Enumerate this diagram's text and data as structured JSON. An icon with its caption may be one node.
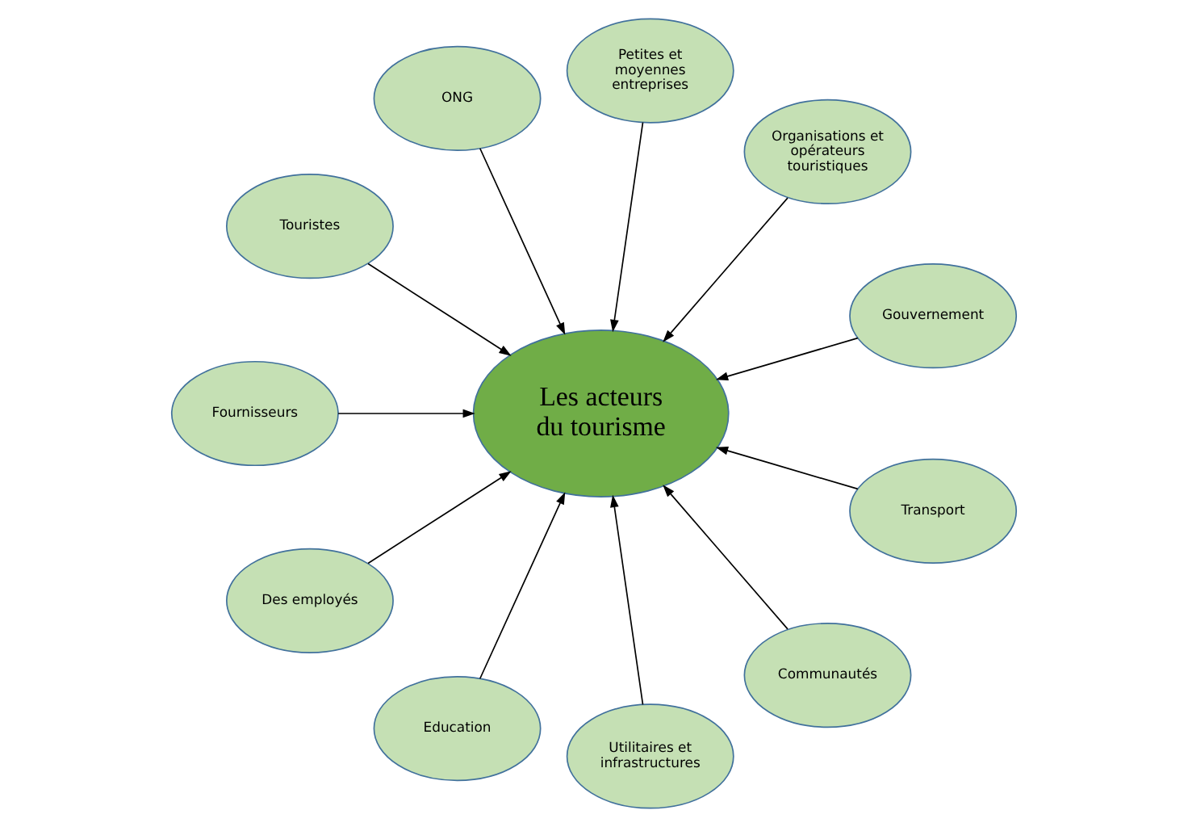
{
  "diagram": {
    "nodes": [
      {
        "text": [
          "Les acteurs du tourisme"
        ]
      },
      {
        "text": [
          "Gouvernement"
        ]
      },
      {
        "text": [
          "Organisations et opérateurs touristiques"
        ]
      },
      {
        "text": [
          "Petites et moyennes entreprises"
        ]
      },
      {
        "text": [
          "ONG"
        ]
      },
      {
        "text": [
          "Touristes"
        ]
      },
      {
        "text": [
          "Fournisseurs"
        ]
      },
      {
        "text": [
          "Des employés"
        ]
      },
      {
        "text": [
          "Education"
        ]
      },
      {
        "text": [
          "Utilitaires et infrastructures"
        ]
      },
      {
        "text": [
          "Communautés"
        ]
      },
      {
        "text": [
          "Transport"
        ]
      }
    ],
    "edges": [
      {
        "from": 1,
        "to": 0,
        "arrow": "to"
      },
      {
        "from": 2,
        "to": 0,
        "arrow": "to"
      },
      {
        "from": 3,
        "to": 0,
        "arrow": "to"
      },
      {
        "from": 4,
        "to": 0,
        "arrow": "to"
      },
      {
        "from": 5,
        "to": 0,
        "arrow": "to"
      },
      {
        "from": 6,
        "to": 0,
        "arrow": "to"
      },
      {
        "from": 7,
        "to": 0,
        "arrow": "to"
      },
      {
        "from": 8,
        "to": 0,
        "arrow": "to"
      },
      {
        "from": 9,
        "to": 0,
        "arrow": "to"
      },
      {
        "from": 10,
        "to": 0,
        "arrow": "to"
      },
      {
        "from": 11,
        "to": 0,
        "arrow": "to"
      }
    ]
  }
}
